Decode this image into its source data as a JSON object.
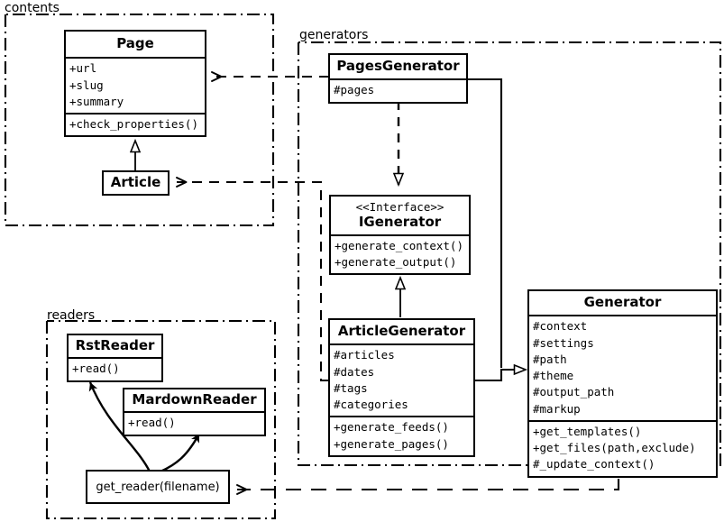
{
  "diagram": {
    "type": "uml-class-diagram",
    "packages": [
      {
        "id": "contents",
        "label": "contents"
      },
      {
        "id": "generators",
        "label": "generators"
      },
      {
        "id": "readers",
        "label": "readers"
      }
    ],
    "classes": [
      {
        "id": "page",
        "name": "Page",
        "stereotype": "",
        "package": "contents",
        "attributes": [
          "+url",
          "+slug",
          "+summary"
        ],
        "operations": [
          "+check_properties()"
        ]
      },
      {
        "id": "article",
        "name": "Article",
        "stereotype": "",
        "package": "contents",
        "attributes": [],
        "operations": []
      },
      {
        "id": "pages-generator",
        "name": "PagesGenerator",
        "stereotype": "",
        "package": "generators",
        "attributes": [
          "#pages"
        ],
        "operations": []
      },
      {
        "id": "igenerator",
        "name": "IGenerator",
        "stereotype": "<<Interface>>",
        "package": "generators",
        "attributes": [],
        "operations": [
          "+generate_context()",
          "+generate_output()"
        ]
      },
      {
        "id": "article-generator",
        "name": "ArticleGenerator",
        "stereotype": "",
        "package": "generators",
        "attributes": [
          "#articles",
          "#dates",
          "#tags",
          "#categories"
        ],
        "operations": [
          "+generate_feeds()",
          "+generate_pages()"
        ]
      },
      {
        "id": "generator",
        "name": "Generator",
        "stereotype": "",
        "package": "generators",
        "attributes": [
          "#context",
          "#settings",
          "#path",
          "#theme",
          "#output_path",
          "#markup"
        ],
        "operations": [
          "+get_templates()",
          "+get_files(path,exclude)",
          "#_update_context()"
        ]
      },
      {
        "id": "rst-reader",
        "name": "RstReader",
        "stereotype": "",
        "package": "readers",
        "attributes": [],
        "operations": [
          "+read()"
        ]
      },
      {
        "id": "mardown-reader",
        "name": "MardownReader",
        "stereotype": "",
        "package": "readers",
        "attributes": [],
        "operations": [
          "+read()"
        ]
      }
    ],
    "functions": [
      {
        "id": "get-reader",
        "label": "get_reader(filename)",
        "package": "readers"
      }
    ],
    "relationships": [
      {
        "from": "article",
        "to": "page",
        "kind": "generalization",
        "style": "solid"
      },
      {
        "from": "pages-generator",
        "to": "igenerator",
        "kind": "realization",
        "style": "dashed"
      },
      {
        "from": "article-generator",
        "to": "igenerator",
        "kind": "generalization",
        "style": "solid"
      },
      {
        "from": "pages-generator",
        "to": "generator",
        "kind": "generalization",
        "style": "solid"
      },
      {
        "from": "article-generator",
        "to": "generator",
        "kind": "generalization",
        "style": "solid"
      },
      {
        "from": "pages-generator",
        "to": "page",
        "kind": "dependency",
        "style": "dashed"
      },
      {
        "from": "article-generator",
        "to": "article",
        "kind": "dependency",
        "style": "dashed"
      },
      {
        "from": "generator",
        "to": "get-reader",
        "kind": "dependency",
        "style": "dashed"
      },
      {
        "from": "get-reader",
        "to": "rst-reader",
        "kind": "association",
        "style": "curved"
      },
      {
        "from": "get-reader",
        "to": "mardown-reader",
        "kind": "association",
        "style": "curved"
      }
    ],
    "colors": {
      "line": "#000000",
      "background": "#ffffff",
      "box_fill": "#ffffff",
      "text": "#000000"
    }
  }
}
